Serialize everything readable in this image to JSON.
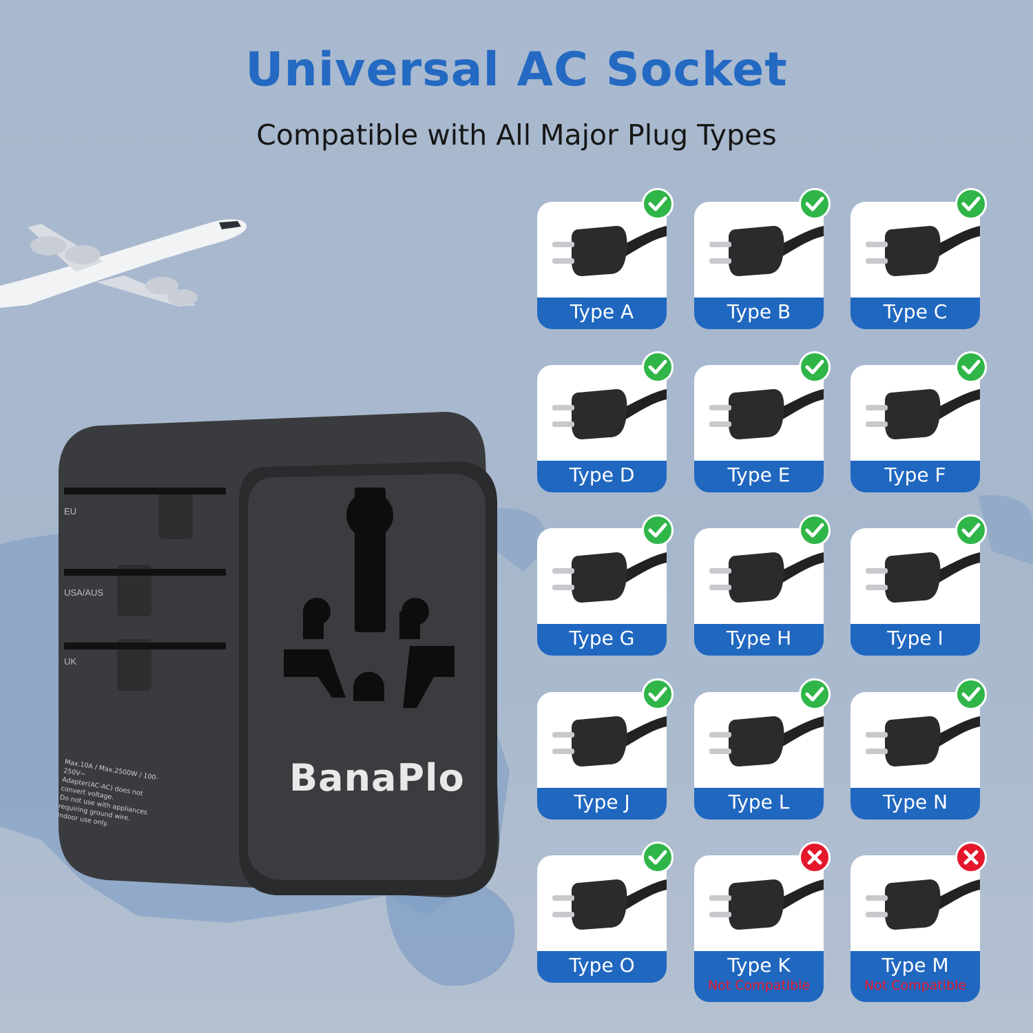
{
  "header": {
    "title": "Universal AC Socket",
    "subtitle": "Compatible with All Major Plug Types"
  },
  "product": {
    "brand": "BanaPlo",
    "slider_labels": [
      "EU",
      "USA/AUS",
      "UK"
    ],
    "spec_lines": [
      "Max.10A / Max.2500W / 100-250V~",
      "Adapter(AC-AC) does not convert voltage.",
      "Do not use with appliances requiring ground wire.",
      "Indoor use only."
    ]
  },
  "colors": {
    "title": "#2469c2",
    "band": "#2067c0",
    "compatible": "#2fb548",
    "incompatible": "#e5172b"
  },
  "plug_types": [
    {
      "label": "Type A",
      "compatible": true,
      "icon": "check-icon"
    },
    {
      "label": "Type B",
      "compatible": true,
      "icon": "check-icon"
    },
    {
      "label": "Type C",
      "compatible": true,
      "icon": "check-icon"
    },
    {
      "label": "Type D",
      "compatible": true,
      "icon": "check-icon"
    },
    {
      "label": "Type E",
      "compatible": true,
      "icon": "check-icon"
    },
    {
      "label": "Type F",
      "compatible": true,
      "icon": "check-icon"
    },
    {
      "label": "Type G",
      "compatible": true,
      "icon": "check-icon"
    },
    {
      "label": "Type H",
      "compatible": true,
      "icon": "check-icon"
    },
    {
      "label": "Type I",
      "compatible": true,
      "icon": "check-icon"
    },
    {
      "label": "Type J",
      "compatible": true,
      "icon": "check-icon"
    },
    {
      "label": "Type L",
      "compatible": true,
      "icon": "check-icon"
    },
    {
      "label": "Type N",
      "compatible": true,
      "icon": "check-icon"
    },
    {
      "label": "Type O",
      "compatible": true,
      "icon": "check-icon"
    },
    {
      "label": "Type K",
      "compatible": false,
      "icon": "cross-icon",
      "note": "Not Compatible"
    },
    {
      "label": "Type M",
      "compatible": false,
      "icon": "cross-icon",
      "note": "Not Compatible"
    }
  ]
}
